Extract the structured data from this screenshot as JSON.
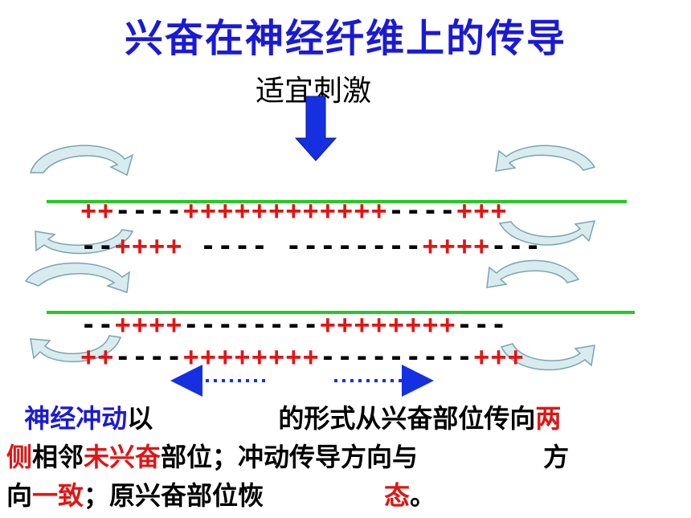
{
  "title": "兴奋在神经纤维上的传导",
  "stimulus_label": "适宜刺激",
  "fiber1": {
    "top_row": [
      "++",
      "----",
      "++++++++",
      "++++",
      "----",
      "+++"
    ],
    "bottom_row": [
      "--",
      "++++",
      " ----",
      " --------",
      "++++",
      "---"
    ]
  },
  "fiber2": {
    "top_row": [
      "--",
      "++++",
      "----",
      "----",
      "++++++++",
      "---"
    ],
    "bottom_row": [
      "++",
      "----",
      "++++++++",
      "---------",
      "+++"
    ]
  },
  "text": {
    "line1_a": "神经冲动",
    "line1_b": "以",
    "line1_c": "的形式从兴奋部位传向",
    "line1_d": "两",
    "line2_a": "侧",
    "line2_b": "相邻",
    "line2_c": "未兴奋",
    "line2_d": "部位；冲动传导方向与",
    "line2_e": "方",
    "line3_a": "向",
    "line3_b": "一致",
    "line3_c": "；原兴奋部位恢",
    "line3_d": "态",
    "line3_e": "。"
  },
  "colors": {
    "title": "#1a1ad6",
    "plus": "#e01515",
    "minus": "#000000",
    "fiber_line": "#22cc22",
    "arrow_fill": "#d8ecef",
    "arrow_stroke": "#7aa4ae",
    "stimulus_arrow": "#1530e0",
    "dotted_arrow": "#1530e0"
  }
}
